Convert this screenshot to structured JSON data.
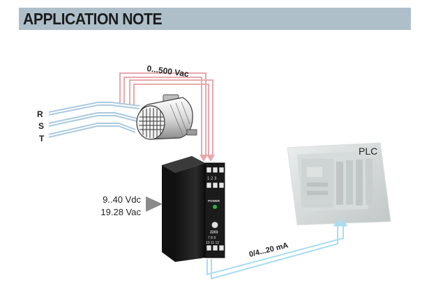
{
  "header": {
    "title": "APPLICATION NOTE"
  },
  "labels": {
    "voltage_input": "0...500 Vac",
    "phase_r": "R",
    "phase_s": "S",
    "phase_t": "T",
    "plc": "PLC",
    "supply_dc": "9..40 Vdc",
    "supply_ac": "19.28 Vac",
    "output_signal": "0/4...20 mA",
    "module_power": "POWER",
    "module_model": "Z203",
    "module_top_terminals": "1 2 3",
    "module_bottom_terminals": "10 11 12",
    "module_terminal_row": "7 8 9"
  },
  "colors": {
    "header_band": "#aebfca",
    "phase_wires": "#a9c9df",
    "voltage_wires": "#e8a8ae",
    "output_wires": "#a9dcef",
    "module_body": "#1e1e1e",
    "plc_body": "#c9cfcf",
    "power_led": "#2db34a"
  },
  "icons": {
    "motor": "motor-icon",
    "module": "din-rail-module-icon",
    "plc": "plc-rack-icon",
    "supply_arrow": "triangle-arrow-icon"
  }
}
